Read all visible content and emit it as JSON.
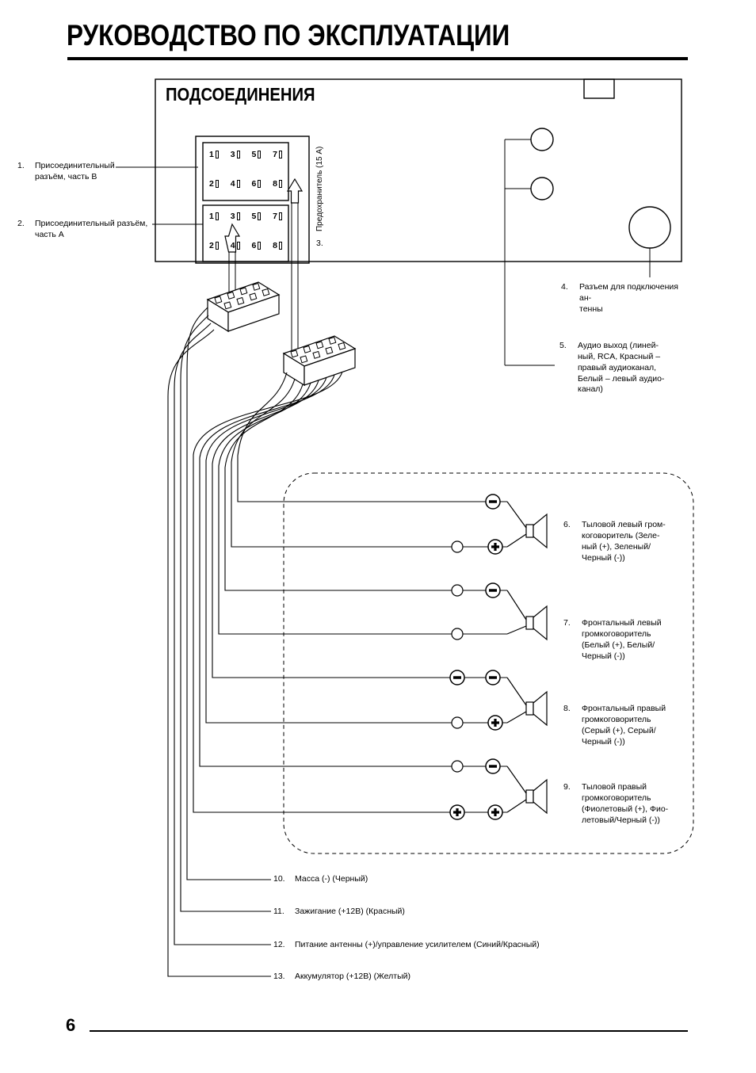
{
  "page": {
    "title": "РУКОВОДСТВО ПО ЭКСПЛУАТАЦИИ",
    "page_number": "6"
  },
  "diagram": {
    "section_title": "ПОДСОЕДИНЕНИЯ",
    "connector_b": {
      "row1": [
        "1",
        "3",
        "5",
        "7"
      ],
      "row2": [
        "2",
        "4",
        "6",
        "8"
      ]
    },
    "connector_a": {
      "row1": [
        "1",
        "3",
        "5",
        "7"
      ],
      "row2": [
        "2",
        "4",
        "6",
        "8"
      ]
    },
    "callout_1": {
      "number": "1.",
      "text": "Присоединительный\nразъём, часть B"
    },
    "callout_2": {
      "number": "2.",
      "text": "Присоединительный разъём,\nчасть А"
    },
    "callout_3": {
      "number": "3.",
      "text": "Предохранитель (15 А)"
    },
    "callout_4": {
      "number": "4.",
      "text": "Разъем для подключения ан-\nтенны"
    },
    "callout_5": {
      "number": "5.",
      "text": "Аудио выход (линей-\nный, RCA, Красный –\nправый аудиоканал,\nБелый – левый аудио-\nканал)"
    },
    "speaker_callouts": [
      {
        "number": "6.",
        "text": "Тыловой левый гром-\nкоговоритель (Зеле-\nный (+), Зеленый/\nЧерный (-))"
      },
      {
        "number": "7.",
        "text": "Фронтальный левый\nгромкоговоритель\n(Белый (+), Белый/\nЧерный (-))"
      },
      {
        "number": "8.",
        "text": "Фронтальный правый\nгромкоговоритель\n(Серый (+), Серый/\nЧерный (-))"
      },
      {
        "number": "9.",
        "text": "Тыловой правый\nгромкоговоритель\n(Фиолетовый (+), Фио-\nлетовый/Черный (-))"
      }
    ],
    "wire_labels": [
      {
        "number": "10.",
        "text": "Масса (-) (Черный)"
      },
      {
        "number": "11.",
        "text": "Зажигание (+12В) (Красный)"
      },
      {
        "number": "12.",
        "text": "Питание антенны (+)/управление усилителем (Синий/Красный)"
      },
      {
        "number": "13.",
        "text": "Аккумулятор (+12В) (Желтый)"
      }
    ]
  }
}
